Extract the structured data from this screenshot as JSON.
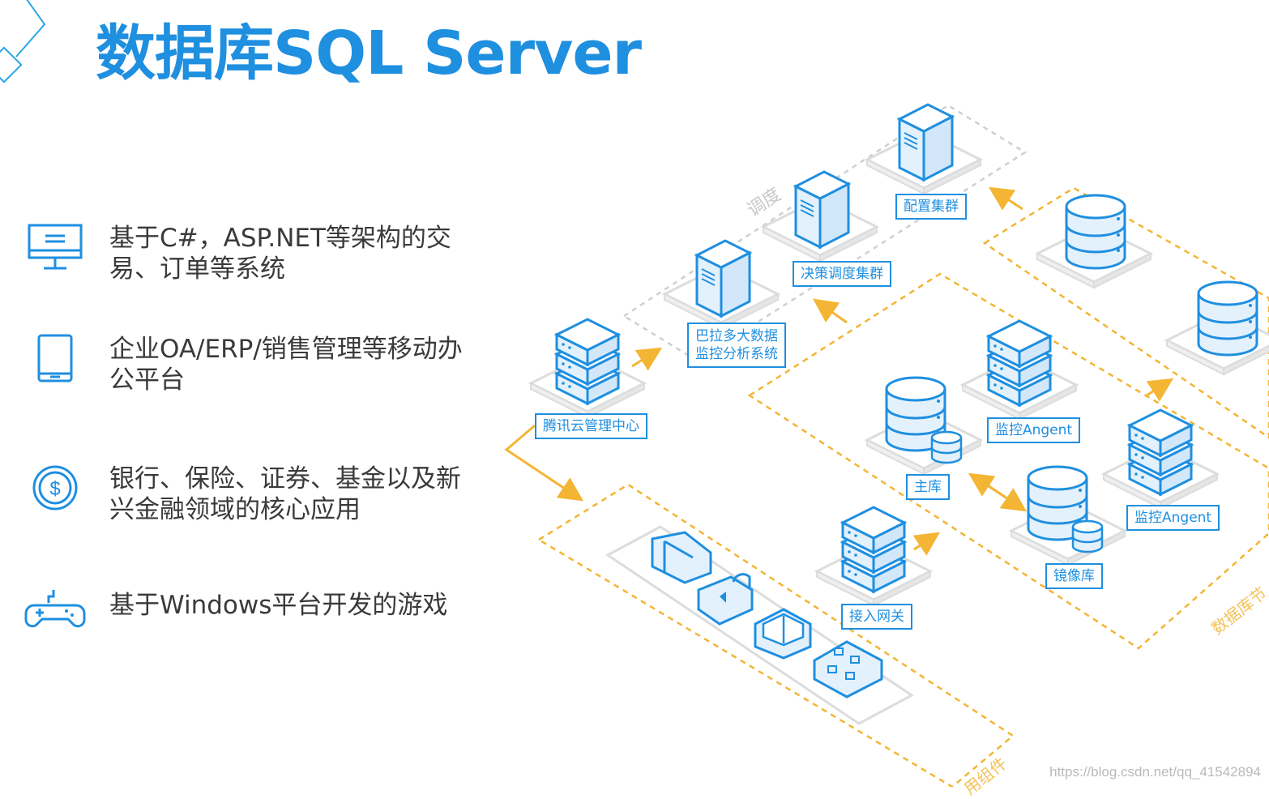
{
  "title": "数据库SQL Server",
  "features": [
    {
      "icon": "monitor-icon",
      "text": "基于C#，ASP.NET等架构的交易、订单等系统"
    },
    {
      "icon": "tablet-icon",
      "text": "企业OA/ERP/销售管理等移动办公平台"
    },
    {
      "icon": "dollar-coin-icon",
      "text": "银行、保险、证券、基金以及新兴金融领域的核心应用"
    },
    {
      "icon": "gamepad-icon",
      "text": "基于Windows平台开发的游戏"
    }
  ],
  "diagram": {
    "labels": {
      "config_cluster": "配置集群",
      "decision_cluster": "决策调度集群",
      "bigdata_system": "巴拉多大数据\n监控分析系统",
      "tencent_center": "腾讯云管理中心",
      "monitor_agent_1": "监控Angent",
      "monitor_agent_2": "监控Angent",
      "master_db": "主库",
      "mirror_db": "镜像库",
      "access_gateway": "接入网关"
    },
    "zones": {
      "scheduling": "调度",
      "db_nodes": "数据库节",
      "components": "用组件"
    }
  },
  "colors": {
    "accent": "#1f8fe0",
    "dashed_orange": "#f3b533",
    "dashed_gray": "#cfcfcf",
    "text": "#3a3a3a"
  },
  "watermark": "https://blog.csdn.net/qq_41542894"
}
